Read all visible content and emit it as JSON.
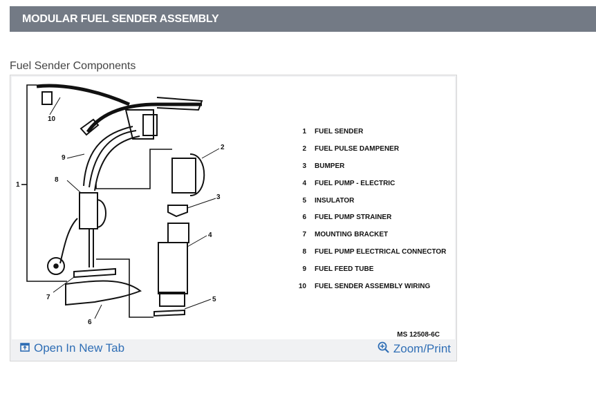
{
  "header": {
    "title": "MODULAR FUEL SENDER ASSEMBLY"
  },
  "figure": {
    "caption": "Fuel Sender Components",
    "code": "MS 12508-6C",
    "legend": [
      {
        "num": "1",
        "label": "FUEL SENDER"
      },
      {
        "num": "2",
        "label": "FUEL PULSE DAMPENER"
      },
      {
        "num": "3",
        "label": "BUMPER"
      },
      {
        "num": "4",
        "label": "FUEL PUMP - ELECTRIC"
      },
      {
        "num": "5",
        "label": "INSULATOR"
      },
      {
        "num": "6",
        "label": "FUEL PUMP STRAINER"
      },
      {
        "num": "7",
        "label": "MOUNTING BRACKET"
      },
      {
        "num": "8",
        "label": "FUEL PUMP ELECTRICAL CONNECTOR"
      },
      {
        "num": "9",
        "label": "FUEL FEED TUBE"
      },
      {
        "num": "10",
        "label": "FUEL SENDER ASSEMBLY WIRING"
      }
    ],
    "callouts": [
      "1",
      "2",
      "3",
      "4",
      "5",
      "6",
      "7",
      "8",
      "9",
      "10"
    ]
  },
  "actions": {
    "open_new_tab": "Open In New Tab",
    "zoom_print": "Zoom/Print",
    "open_icon": "open-in-new-tab-icon",
    "zoom_icon": "zoom-in-icon"
  },
  "colors": {
    "header_bg": "#737a85",
    "link": "#2f6eb5"
  }
}
